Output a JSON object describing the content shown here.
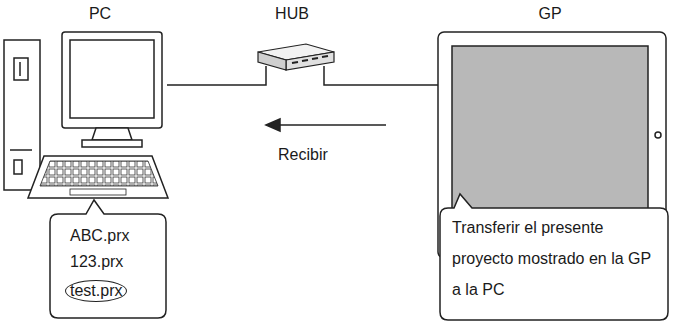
{
  "diagram": {
    "nodes": [
      {
        "text": [
          "PC"
        ]
      },
      {
        "text": [
          "ABC.prx",
          "123.prx",
          "test.prx"
        ]
      },
      {
        "text": [
          "HUB"
        ]
      },
      {
        "text": [
          "GP"
        ]
      },
      {
        "text": [
          "Transferir el presente proyecto mostrado en la GP a la PC"
        ]
      }
    ],
    "edges": [
      {
        "from": 0,
        "to": 2,
        "arrow": "none"
      },
      {
        "from": 2,
        "to": 3,
        "arrow": "none"
      }
    ],
    "labels": [
      "Recibir"
    ]
  }
}
